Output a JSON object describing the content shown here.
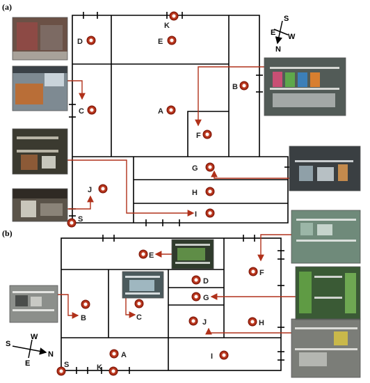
{
  "panels": {
    "a": "(a)",
    "b": "(b)"
  },
  "compass_a": {
    "top": "S",
    "left": "E",
    "right": "W",
    "bottom": "N"
  },
  "compass_b": {
    "top": "W",
    "left": "S",
    "right": "N",
    "bottom": "E"
  },
  "points_a": {
    "K": "K",
    "D": "D",
    "E": "E",
    "B": "B",
    "C": "C",
    "A": "A",
    "F": "F",
    "G": "G",
    "H": "H",
    "J": "J",
    "I": "I",
    "S": "S"
  },
  "points_b": {
    "E": "E",
    "F": "F",
    "B": "B",
    "C": "C",
    "D": "D",
    "G": "G",
    "J": "J",
    "H": "H",
    "A": "A",
    "I": "I",
    "K": "K",
    "S": "S"
  },
  "colors": {
    "wall": "#000000",
    "marker": "#b22a12",
    "marker_ring": "#ffffff",
    "arrow": "#b0311a",
    "photo_frame": "#555555"
  }
}
